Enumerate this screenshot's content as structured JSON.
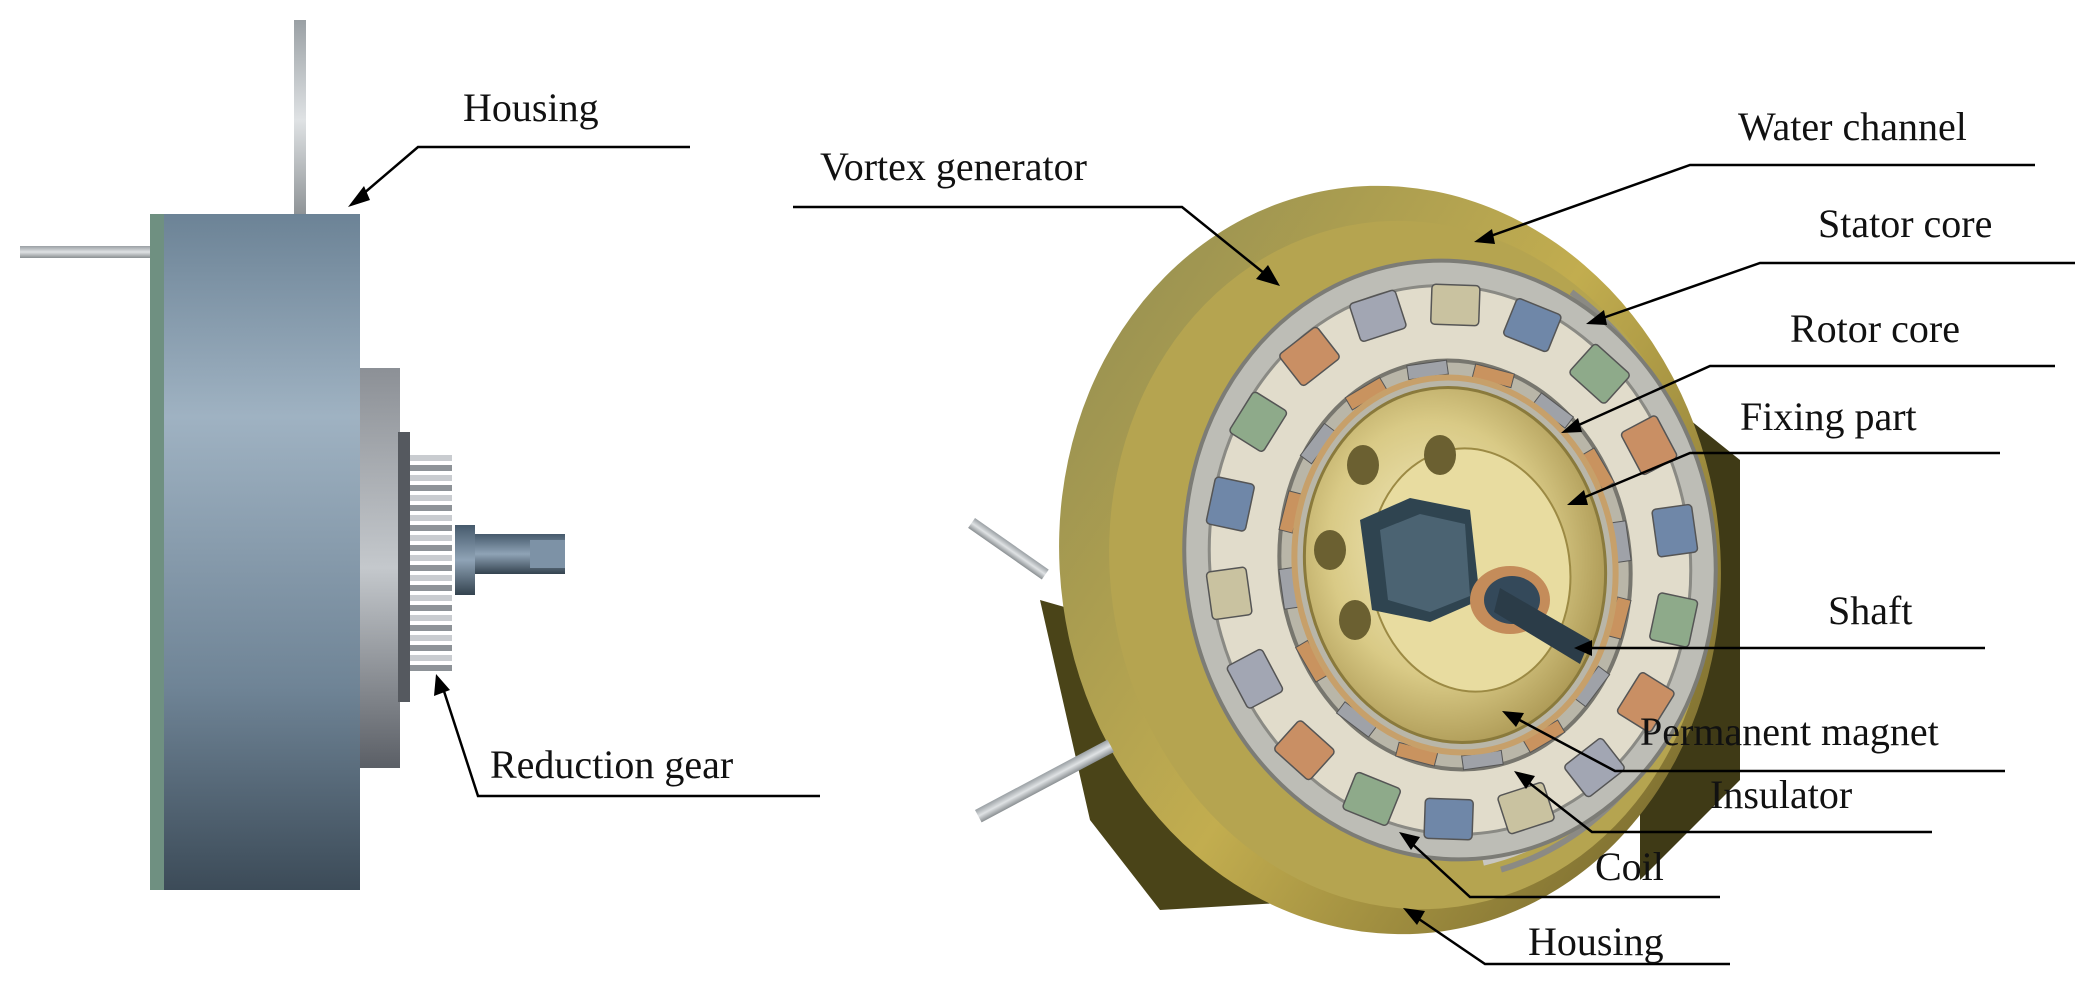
{
  "left_view": {
    "housing_label": "Housing",
    "reduction_gear_label": "Reduction gear"
  },
  "right_view": {
    "vortex_generator_label": "Vortex generator",
    "water_channel_label": "Water channel",
    "stator_core_label": "Stator core",
    "rotor_core_label": "Rotor core",
    "fixing_part_label": "Fixing part",
    "shaft_label": "Shaft",
    "permanent_magnet_label": "Permanent magnet",
    "insulator_label": "Insulator",
    "coil_label": "Coil",
    "housing_label": "Housing"
  },
  "colors": {
    "housing_left": "#7f95a8",
    "housing_ring": "#b6a24a",
    "stator_steel": "#a9a9a4",
    "rotor_gold": "#d7c98a",
    "shaft_dark": "#2f4450",
    "coil_blue": "#6f87a8",
    "coil_green": "#8eaa8a",
    "coil_copper": "#c98f64",
    "leader_line": "#000000"
  }
}
